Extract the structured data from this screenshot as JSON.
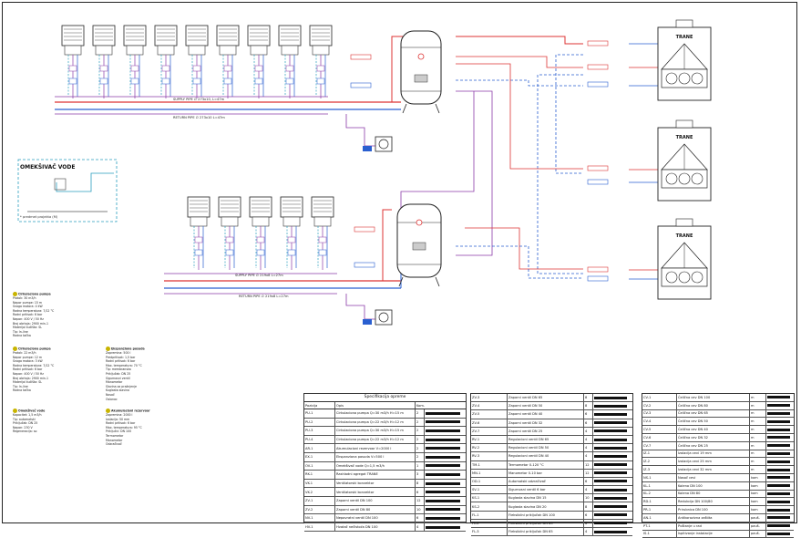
{
  "softener": {
    "label": "OMEKŠIVAČ VODE",
    "note": "* predmet projekta (M)"
  },
  "chiller_brand": "TRANE",
  "pipe_labels": {
    "upper_supply": "SUPPLY PIPE ∅ 273x10, L=47m",
    "upper_return": "RETURN PIPE ∅ 273x10 L=47m",
    "lower_supply": "SUPPLY PIPE ∅ 219x8 L=27m",
    "lower_return": "RETURN PIPE ∅ 219x8 L=27m"
  },
  "notes": [
    {
      "title": "Cirkulaciona pumpa",
      "lines": [
        "Protok: 30 m3/h",
        "Napor pumpe: 15 m",
        "Snaga motora: 4 kW",
        "Radna temperatura: 7/12 °C",
        "Radni pritisak: 6 bar",
        "Napon: 400 V / 50 Hz",
        "Broj obrtaja: 2900 min-1",
        "Materijal kućišta: SL",
        "Tip: In-line",
        "Radna tačka"
      ]
    },
    {
      "title": "Cirkulaciona pumpa",
      "lines": [
        "Protok: 22 m3/h",
        "Napor pumpe: 12 m",
        "Snaga motora: 3 kW",
        "Radna temperatura: 7/12 °C",
        "Radni pritisak: 6 bar",
        "Napon: 400 V / 50 Hz",
        "Broj obrtaja: 2900 min-1",
        "Materijal kućišta: SL",
        "Tip: In-line",
        "Radna tačka"
      ]
    },
    {
      "title": "Ekspanziona posuda",
      "lines": [
        "Zapremina: 500 l",
        "Predpritisak: 1,5 bar",
        "Radni pritisak: 6 bar",
        "Max. temperatura: 70 °C",
        "Tip: membranska",
        "Priključak: DN 25",
        "Sigurnosni ventil",
        "Manometar",
        "Slavina za pražnjenje",
        "Kuglasta slavina",
        "Nosač",
        "Oslonac"
      ]
    },
    {
      "title": "Akumulacioni rezervoar",
      "lines": [
        "Zapremina: 2000 l",
        "Izolacija: 50 mm",
        "Radni pritisak: 6 bar",
        "Max. temperatura: 95 °C",
        "Priključci: DN 100",
        "Termometar",
        "Manometar",
        "Odzračivač"
      ]
    },
    {
      "title": "Omekšivač vode",
      "lines": [
        "Kapacitet: 1,5 m3/h",
        "Tip: automatski",
        "Priključak: DN 25",
        "Napon: 230 V",
        "Regeneracija: so"
      ]
    }
  ],
  "table_specification": {
    "title": "Specifikacija opreme",
    "headers": [
      "Pozicija",
      "Opis",
      "Kom."
    ],
    "rows": [
      {
        "pos": "PU-1",
        "desc": "Cirkulaciona pumpa Q=30 m3/h H=15 m",
        "qty": "2"
      },
      {
        "pos": "PU-2",
        "desc": "Cirkulaciona pumpa Q=22 m3/h H=12 m",
        "qty": "2"
      },
      {
        "pos": "PU-3",
        "desc": "Cirkulaciona pumpa Q=30 m3/h H=15 m",
        "qty": "2"
      },
      {
        "pos": "PU-4",
        "desc": "Cirkulaciona pumpa Q=22 m3/h H=12 m",
        "qty": "2"
      },
      {
        "pos": "AR-1",
        "desc": "Akumulacioni rezervoar V=2000 l",
        "qty": "2"
      },
      {
        "pos": "EX-1",
        "desc": "Ekspanziona posuda V=500 l",
        "qty": "2"
      },
      {
        "pos": "OV-1",
        "desc": "Omekšivač vode Q=1,5 m3/h",
        "qty": "1"
      },
      {
        "pos": "RK-1",
        "desc": "Rashladni agregat TRANE",
        "qty": "3"
      },
      {
        "pos": "VK-1",
        "desc": "Ventilatorski konvektor",
        "qty": "8"
      },
      {
        "pos": "VK-2",
        "desc": "Ventilatorski konvektor",
        "qty": "6"
      },
      {
        "pos": "ZV-1",
        "desc": "Zaporni ventil DN 100",
        "qty": "12"
      },
      {
        "pos": "ZV-2",
        "desc": "Zaporni ventil DN 80",
        "qty": "10"
      },
      {
        "pos": "NV-1",
        "desc": "Nepovratni ventil DN 100",
        "qty": "6"
      },
      {
        "pos": "HV-1",
        "desc": "Hvatač nečistoća DN 100",
        "qty": "4"
      }
    ]
  },
  "table_valves": {
    "rows": [
      {
        "pos": "ZV-3",
        "desc": "Zaporni ventil DN 65",
        "qty": "8"
      },
      {
        "pos": "ZV-4",
        "desc": "Zaporni ventil DN 50",
        "qty": "8"
      },
      {
        "pos": "ZV-5",
        "desc": "Zaporni ventil DN 40",
        "qty": "6"
      },
      {
        "pos": "ZV-6",
        "desc": "Zaporni ventil DN 32",
        "qty": "6"
      },
      {
        "pos": "ZV-7",
        "desc": "Zaporni ventil DN 25",
        "qty": "4"
      },
      {
        "pos": "RV-1",
        "desc": "Regulacioni ventil DN 65",
        "qty": "4"
      },
      {
        "pos": "RV-2",
        "desc": "Regulacioni ventil DN 50",
        "qty": "4"
      },
      {
        "pos": "RV-3",
        "desc": "Regulacioni ventil DN 40",
        "qty": "4"
      },
      {
        "pos": "TM-1",
        "desc": "Termometar 0-120 °C",
        "qty": "12"
      },
      {
        "pos": "MN-1",
        "desc": "Manometar 0-10 bar",
        "qty": "12"
      },
      {
        "pos": "OD-1",
        "desc": "Automatski odzračivač",
        "qty": "6"
      },
      {
        "pos": "SV-1",
        "desc": "Sigurnosni ventil 6 bar",
        "qty": "4"
      },
      {
        "pos": "KS-1",
        "desc": "Kuglasta slavina DN 15",
        "qty": "10"
      },
      {
        "pos": "KS-2",
        "desc": "Kuglasta slavina DN 20",
        "qty": "8"
      },
      {
        "pos": "FL-1",
        "desc": "Fleksibilni priključak DN 100",
        "qty": "6"
      },
      {
        "pos": "FL-2",
        "desc": "Fleksibilni priključak DN 80",
        "qty": "6"
      },
      {
        "pos": "FL-3",
        "desc": "Fleksibilni priključak DN 65",
        "qty": "4"
      }
    ]
  },
  "table_pipes": {
    "rows": [
      {
        "pos": "CV-1",
        "desc": "Čelična cev DN 100",
        "qty": "m"
      },
      {
        "pos": "CV-2",
        "desc": "Čelična cev DN 80",
        "qty": "m"
      },
      {
        "pos": "CV-3",
        "desc": "Čelična cev DN 65",
        "qty": "m"
      },
      {
        "pos": "CV-4",
        "desc": "Čelična cev DN 50",
        "qty": "m"
      },
      {
        "pos": "CV-5",
        "desc": "Čelična cev DN 40",
        "qty": "m"
      },
      {
        "pos": "CV-6",
        "desc": "Čelična cev DN 32",
        "qty": "m"
      },
      {
        "pos": "CV-7",
        "desc": "Čelična cev DN 25",
        "qty": "m"
      },
      {
        "pos": "IZ-1",
        "desc": "Izolacija cevi 19 mm",
        "qty": "m"
      },
      {
        "pos": "IZ-2",
        "desc": "Izolacija cevi 25 mm",
        "qty": "m"
      },
      {
        "pos": "IZ-3",
        "desc": "Izolacija cevi 32 mm",
        "qty": "m"
      },
      {
        "pos": "NS-1",
        "desc": "Nosač cevi",
        "qty": "kom"
      },
      {
        "pos": "KL-1",
        "desc": "Koleno DN 100",
        "qty": "kom"
      },
      {
        "pos": "KL-2",
        "desc": "Koleno DN 80",
        "qty": "kom"
      },
      {
        "pos": "RD-1",
        "desc": "Redukcija DN 100/80",
        "qty": "kom"
      },
      {
        "pos": "PR-1",
        "desc": "Prirubnica DN 100",
        "qty": "kom"
      },
      {
        "pos": "AN-1",
        "desc": "Antikorozivna zaštita",
        "qty": "pauš."
      },
      {
        "pos": "PT-1",
        "desc": "Puštanje u rad",
        "qty": "pauš."
      },
      {
        "pos": "IS-1",
        "desc": "Ispitivanje instalacije",
        "qty": "pauš."
      }
    ]
  }
}
